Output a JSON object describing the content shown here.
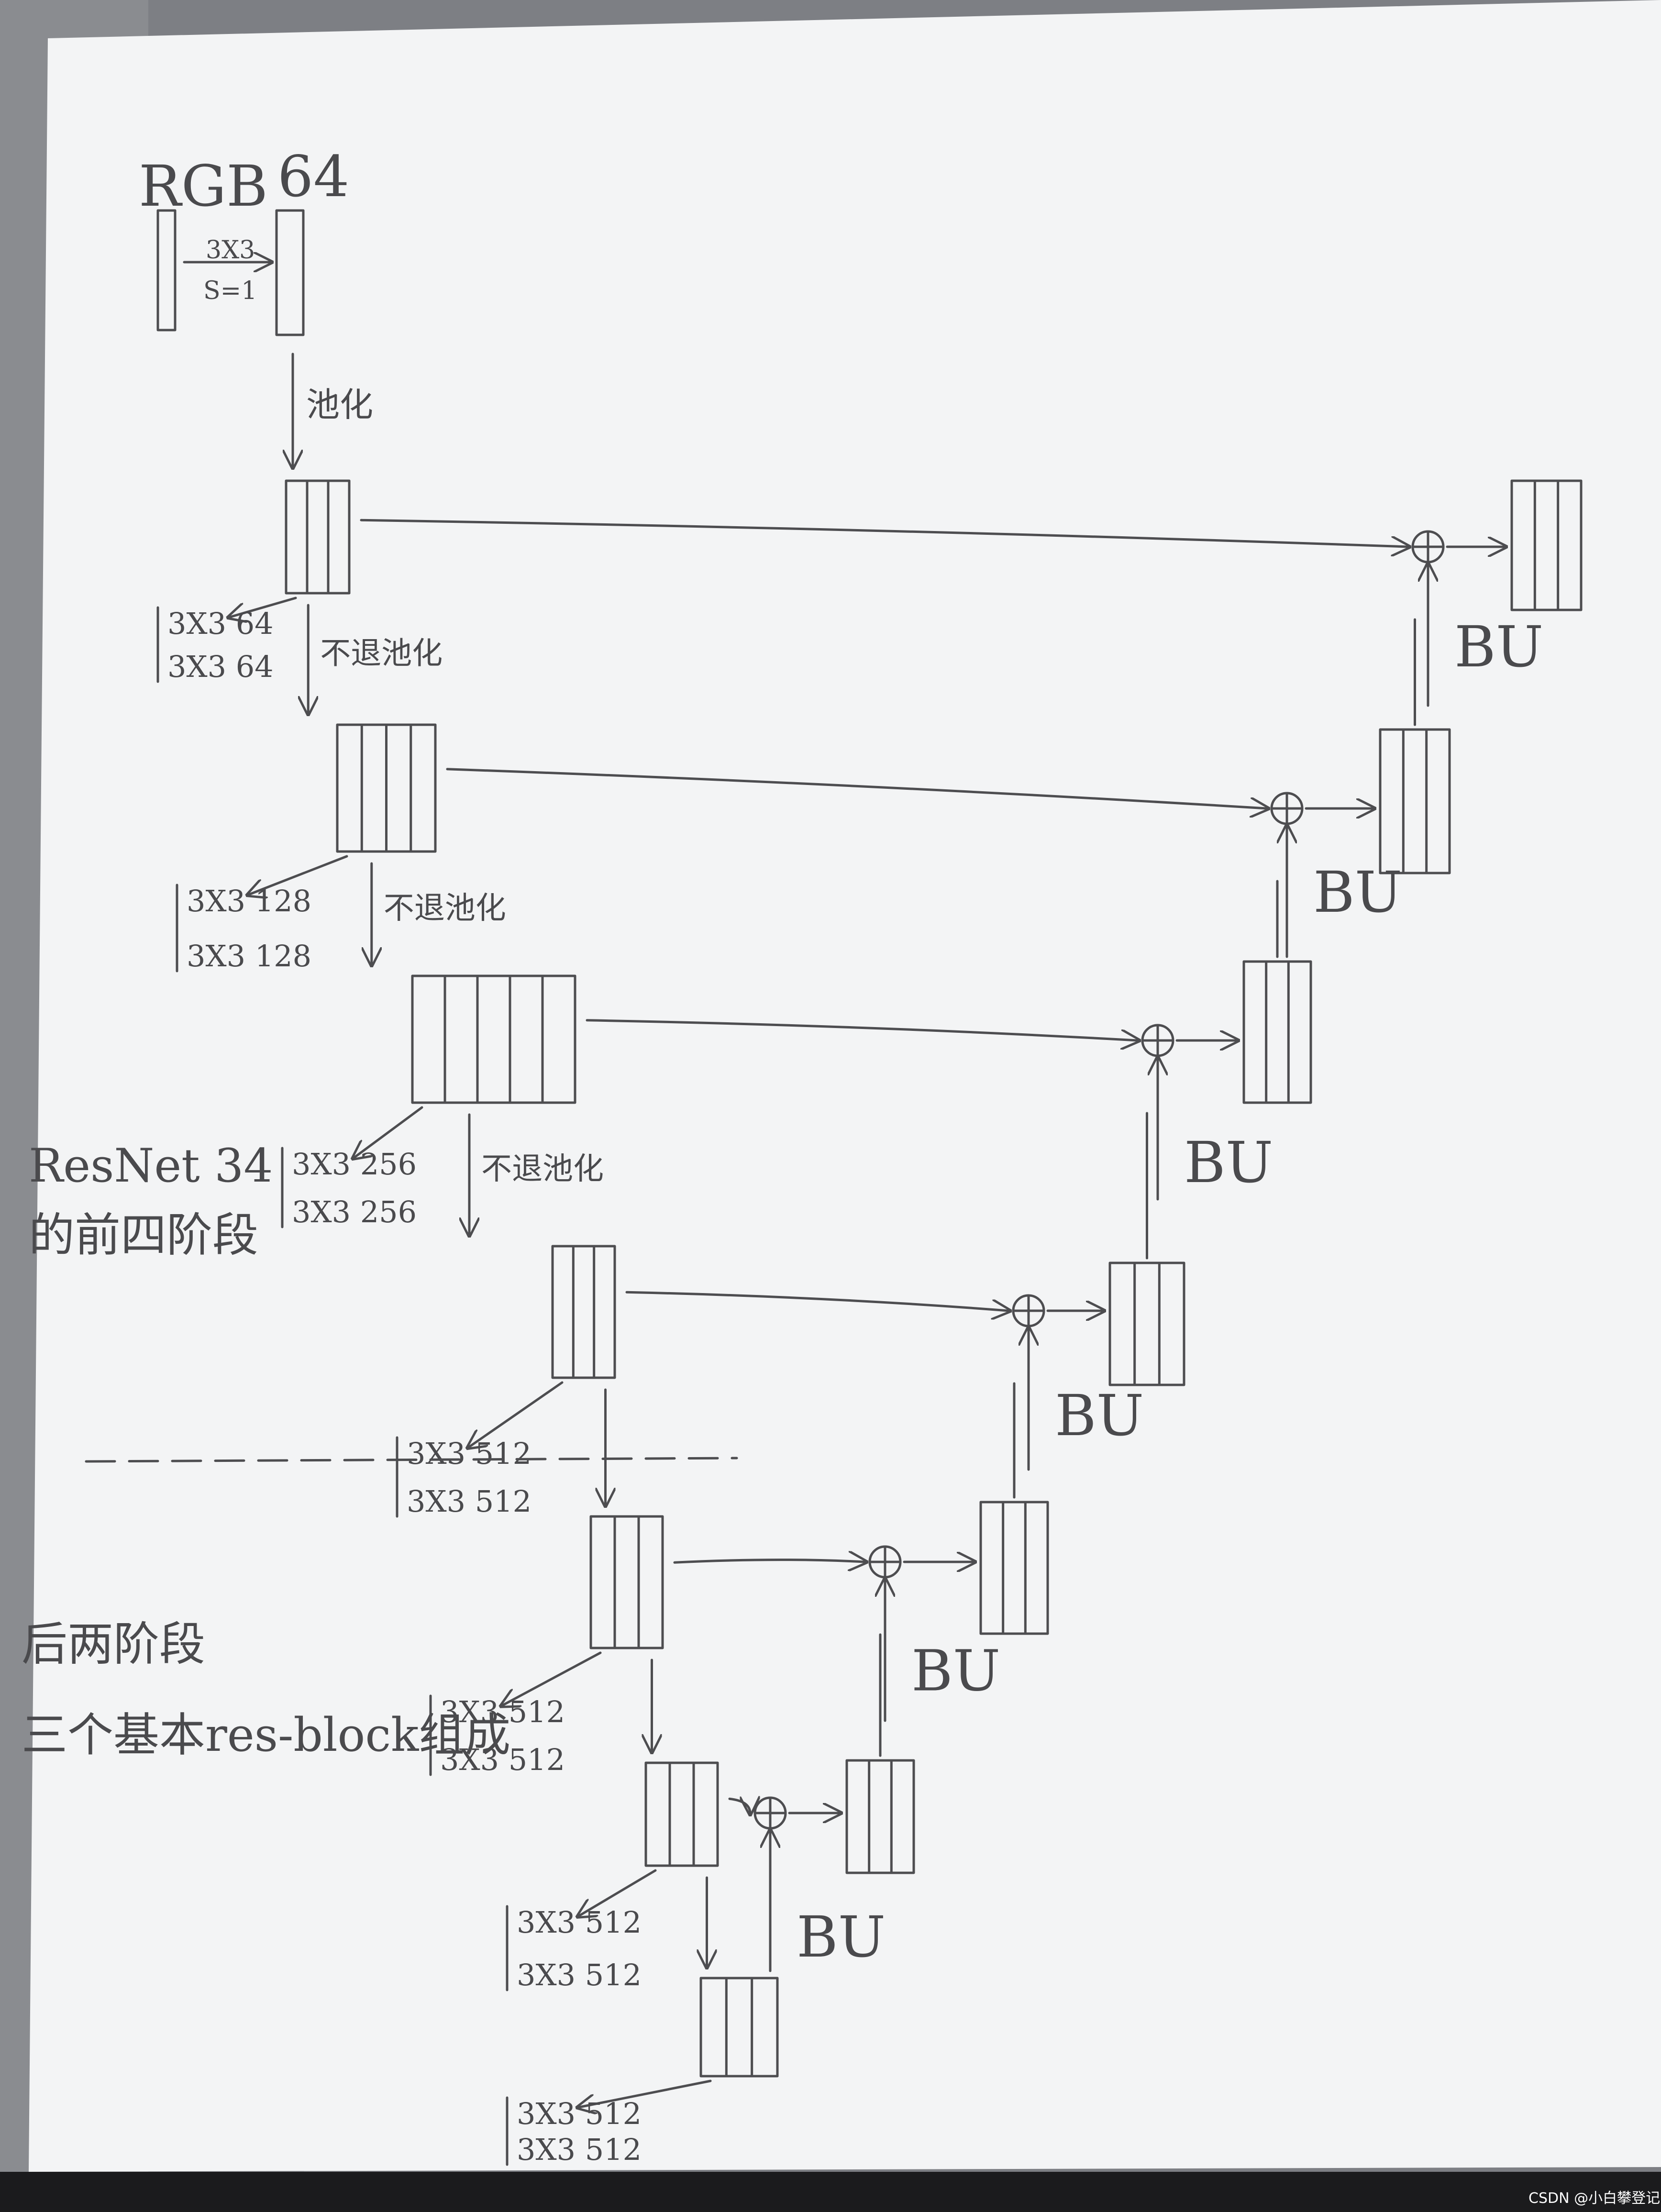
{
  "stem": {
    "input_label": "RGB",
    "output_label": "64",
    "conv_kernel": "3X3",
    "conv_stride": "S=1",
    "pool_label": "池化"
  },
  "encoder": [
    {
      "conv1": "3X3 64",
      "conv2": "3X3 64",
      "pool_label": "不退池化"
    },
    {
      "conv1": "3X3 128",
      "conv2": "3X3 128",
      "pool_label": "不退池化"
    },
    {
      "conv1": "3X3 256",
      "conv2": "3X3 256",
      "pool_label": "不退池化"
    },
    {
      "conv1": "3X3 512",
      "conv2": "3X3 512"
    },
    {
      "conv1": "3X3 512",
      "conv2": "3X3 512"
    },
    {
      "conv1": "3X3 512",
      "conv2": "3X3 512"
    },
    {
      "conv1": "3X3 512",
      "conv2": "3X3 512"
    }
  ],
  "decoder": {
    "upsample_label": "BU",
    "add_symbol": "⊕"
  },
  "notes": {
    "resnet_line1": "ResNet 34",
    "resnet_line2": "的前四阶段",
    "later_line1": "后两阶段",
    "later_line2": "三个基本res-block组成"
  },
  "watermark": "CSDN @小白攀登记",
  "colors": {
    "paper": "#f3f4f5",
    "ink": "#4d4d50",
    "background": "#7d7f84"
  }
}
